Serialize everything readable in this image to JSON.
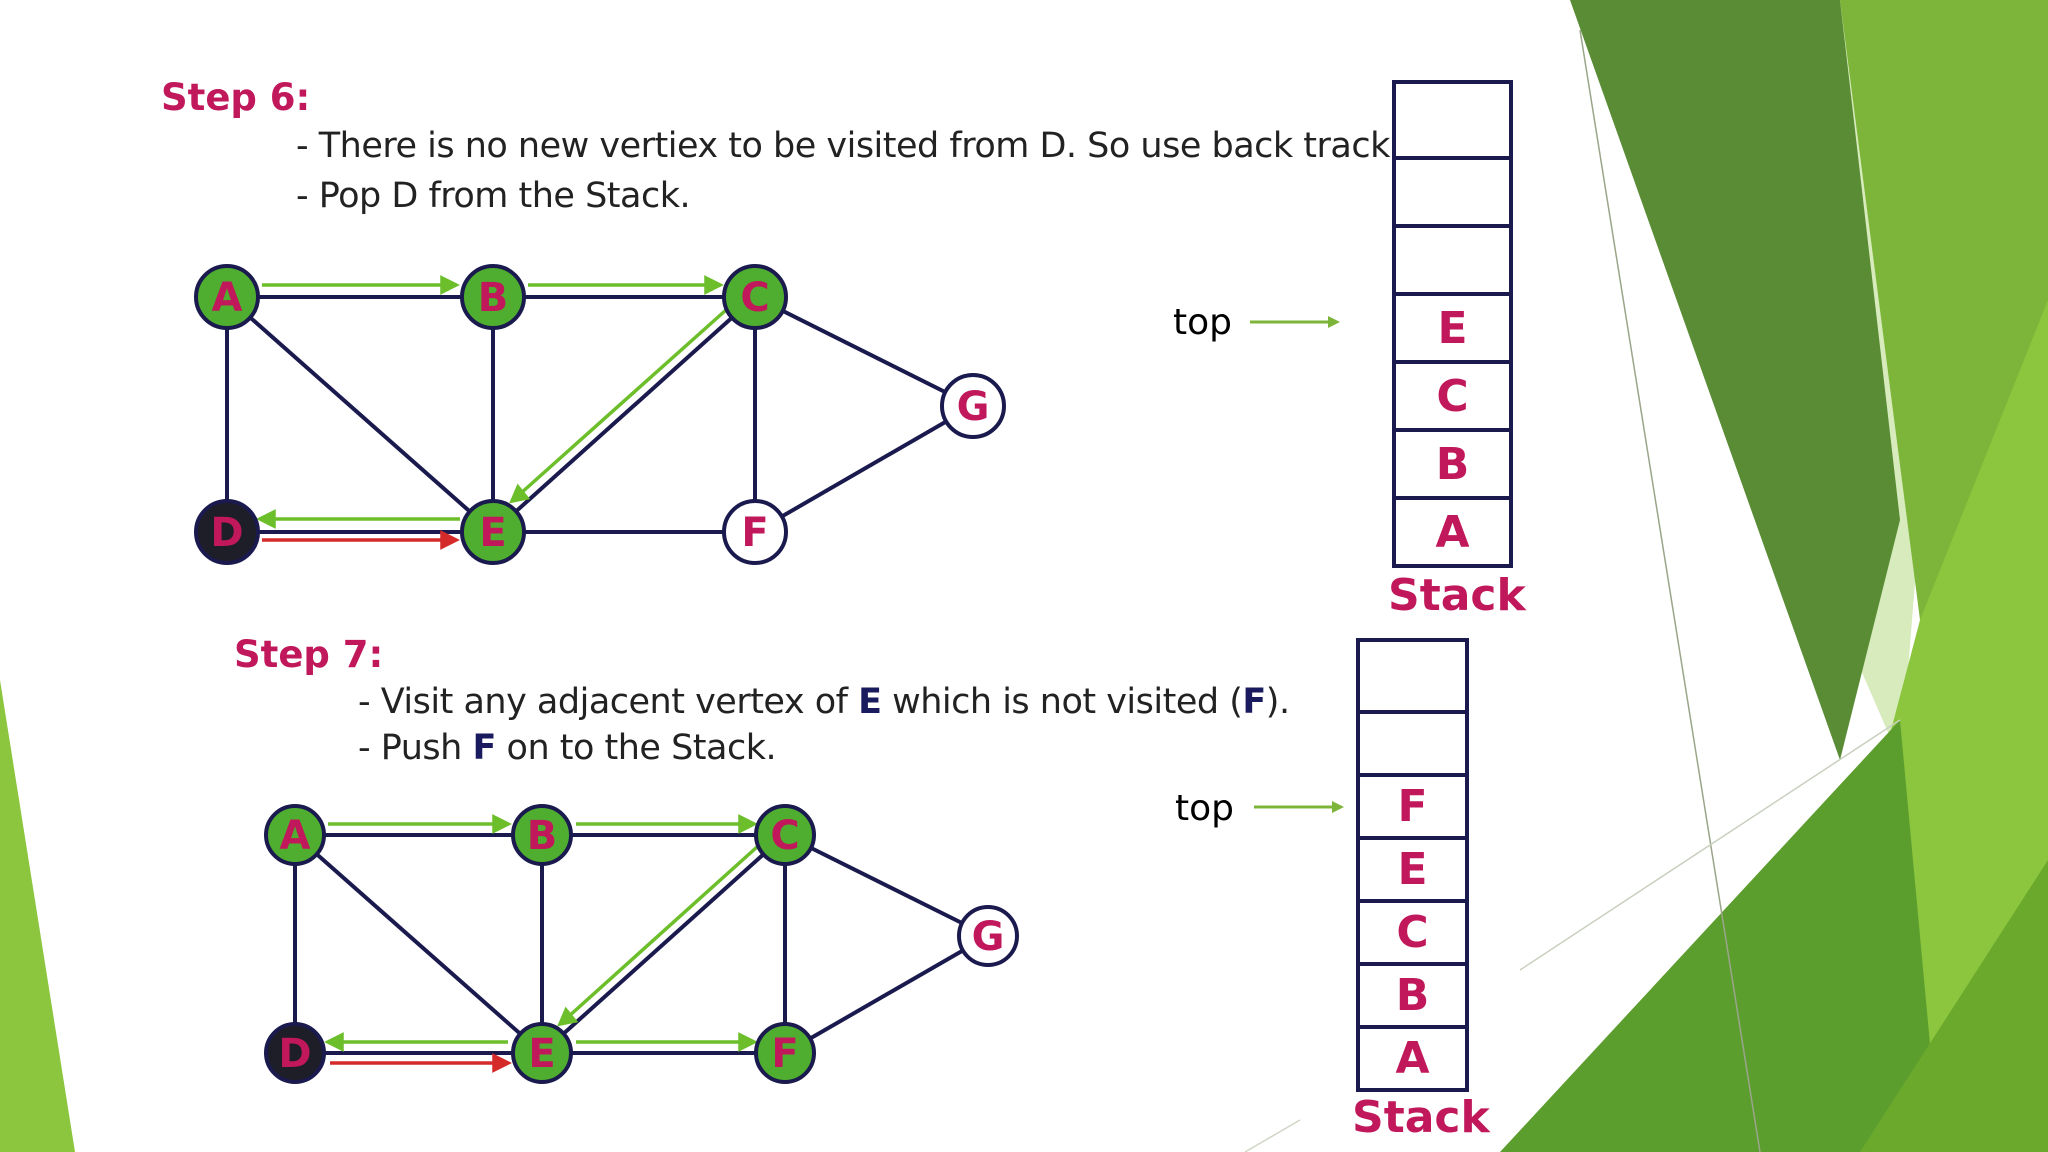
{
  "theme": {
    "accent_green": "#6aa92c",
    "step_color": "#c0185a",
    "node_fill": "#4fae2f",
    "visited_dark": "#1e1e28"
  },
  "step6": {
    "title": "Step 6:",
    "line1": "- There is no new vertiex to be visited from D. So use back track.",
    "line2": "- Pop D from the Stack.",
    "nodes": [
      {
        "id": "A",
        "label": "A",
        "state": "visited"
      },
      {
        "id": "B",
        "label": "B",
        "state": "visited"
      },
      {
        "id": "C",
        "label": "C",
        "state": "visited"
      },
      {
        "id": "G",
        "label": "G",
        "state": "unvisited"
      },
      {
        "id": "D",
        "label": "D",
        "state": "popped"
      },
      {
        "id": "E",
        "label": "E",
        "state": "visited"
      },
      {
        "id": "F",
        "label": "F",
        "state": "unvisited"
      }
    ],
    "stack_top_label": "top",
    "stack": [
      "",
      "",
      "",
      "E",
      "C",
      "B",
      "A"
    ],
    "stack_label": "Stack"
  },
  "step7": {
    "title": "Step 7:",
    "line1_pre": "- Visit any adjacent vertex of ",
    "line1_bold1": "E",
    "line1_mid": " which is not visited (",
    "line1_bold2": "F",
    "line1_post": ").",
    "line2_pre": "- Push ",
    "line2_bold": "F",
    "line2_post": " on to the Stack.",
    "nodes": [
      {
        "id": "A",
        "label": "A",
        "state": "visited"
      },
      {
        "id": "B",
        "label": "B",
        "state": "visited"
      },
      {
        "id": "C",
        "label": "C",
        "state": "visited"
      },
      {
        "id": "G",
        "label": "G",
        "state": "unvisited"
      },
      {
        "id": "D",
        "label": "D",
        "state": "popped"
      },
      {
        "id": "E",
        "label": "E",
        "state": "visited"
      },
      {
        "id": "F",
        "label": "F",
        "state": "visited"
      }
    ],
    "stack_top_label": "top",
    "stack": [
      "",
      "",
      "F",
      "E",
      "C",
      "B",
      "A"
    ],
    "stack_label": "Stack"
  }
}
